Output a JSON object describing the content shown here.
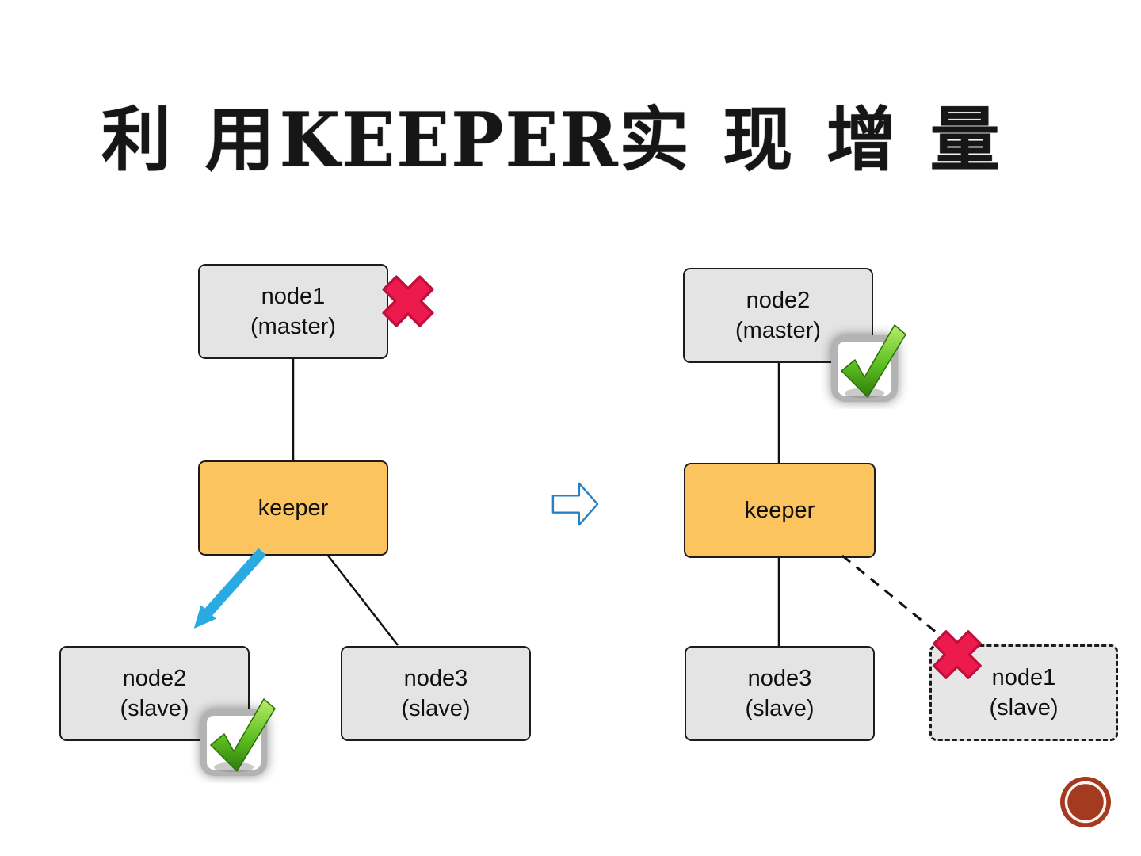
{
  "title": {
    "prefix": "利 用",
    "keyword": "KEEPER",
    "suffix": "实 现 增 量"
  },
  "colors": {
    "node_fill": "#e4e4e4",
    "keeper_fill": "#fbc45f",
    "fail_red": "#ec1a4d",
    "fail_red_dark": "#c00f3c",
    "ok_green": "#45a112",
    "arrow_blue": "#29abe2",
    "hollow_arrow_blue": "#2a7fc1",
    "logo_red": "#a43a1f"
  },
  "before": {
    "master": {
      "name": "node1",
      "role": "(master)",
      "status": "failed"
    },
    "keeper": {
      "label": "keeper"
    },
    "slaves": [
      {
        "name": "node2",
        "role": "(slave)",
        "status": "ok"
      },
      {
        "name": "node3",
        "role": "(slave)",
        "status": ""
      }
    ]
  },
  "after": {
    "master": {
      "name": "node2",
      "role": "(master)",
      "status": "ok"
    },
    "keeper": {
      "label": "keeper"
    },
    "slaves": [
      {
        "name": "node3",
        "role": "(slave)",
        "status": ""
      },
      {
        "name": "node1",
        "role": "(slave)",
        "status": "failed"
      }
    ]
  }
}
